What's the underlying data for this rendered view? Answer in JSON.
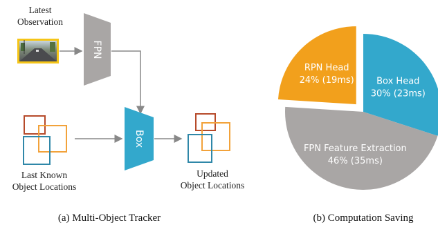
{
  "diagram": {
    "input_label_line1": "Latest",
    "input_label_line2": "Observation",
    "fpn_label": "FPN",
    "box_label": "Box",
    "last_known_line1": "Last Known",
    "last_known_line2": "Object Locations",
    "updated_line1": "Updated",
    "updated_line2": "Object Locations",
    "caption": "(a) Multi-Object Tracker",
    "colors": {
      "fpn_gray": "#a9a6a5",
      "box_blue": "#33a8cc",
      "box_red": "#b64a2a",
      "box_orange": "#f2a23a",
      "box_teal": "#2f87a8",
      "arrow": "#888888",
      "image_frame": "#f5c518"
    }
  },
  "chart_data": {
    "type": "pie",
    "caption": "(b) Computation Saving",
    "slices": [
      {
        "name": "Box Head",
        "percent": 30,
        "time": "23ms",
        "value_label": "30% (23ms)",
        "color": "#33a8cc",
        "exploded": false
      },
      {
        "name": "FPN Feature Extraction",
        "percent": 46,
        "time": "35ms",
        "value_label": "46% (35ms)",
        "color": "#a9a6a5",
        "exploded": false
      },
      {
        "name": "RPN Head",
        "percent": 24,
        "time": "19ms",
        "value_label": "24% (19ms)",
        "color": "#f2a01c",
        "exploded": true
      }
    ]
  }
}
